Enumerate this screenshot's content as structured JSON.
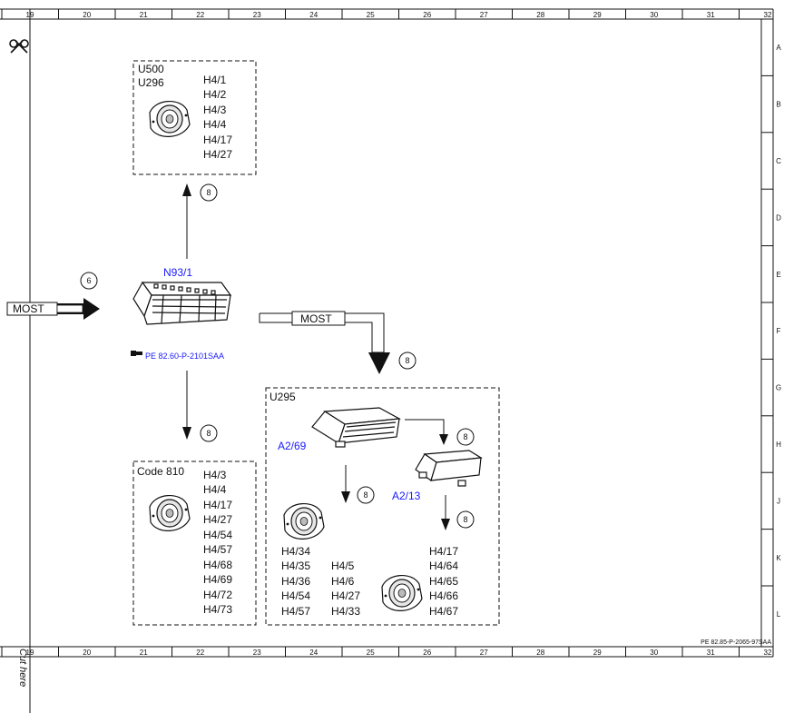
{
  "grid": {
    "columns": [
      "19",
      "20",
      "21",
      "22",
      "23",
      "24",
      "25",
      "26",
      "27",
      "28",
      "29",
      "30",
      "31",
      "32"
    ],
    "rows": [
      "A",
      "B",
      "C",
      "D",
      "E",
      "F",
      "G",
      "H",
      "J",
      "K",
      "L"
    ]
  },
  "reference": "PE 82.85-P-2065-97SAA",
  "cut_here": "Cut here",
  "most_label": "MOST",
  "connector_ids": {
    "c6": "6",
    "c8": "8"
  },
  "n93": {
    "name": "N93/1",
    "ref": "PE 82.60-P-2101SAA",
    "ref_icon": "pointing-hand-icon"
  },
  "box_top": {
    "label1": "U500",
    "label2": "U296",
    "items": [
      "H4/1",
      "H4/2",
      "H4/3",
      "H4/4",
      "H4/17",
      "H4/27"
    ]
  },
  "box_code810": {
    "label": "Code 810",
    "items": [
      "H4/3",
      "H4/4",
      "H4/17",
      "H4/27",
      "H4/54",
      "H4/57",
      "H4/68",
      "H4/69",
      "H4/72",
      "H4/73"
    ]
  },
  "box_u295": {
    "label": "U295",
    "a269": "A2/69",
    "a213": "A2/13",
    "col1": [
      "H4/34",
      "H4/35",
      "H4/36",
      "H4/54",
      "H4/57"
    ],
    "col2": [
      "H4/5",
      "H4/6",
      "H4/27",
      "H4/33"
    ],
    "col3": [
      "H4/17",
      "H4/64",
      "H4/65",
      "H4/66",
      "H4/67"
    ]
  }
}
